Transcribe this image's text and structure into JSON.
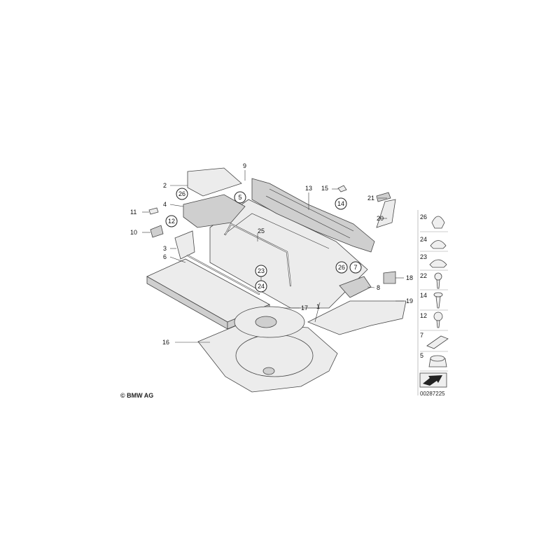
{
  "diagram": {
    "callouts_plain": [
      "1",
      "2",
      "3",
      "4",
      "6",
      "8",
      "9",
      "10",
      "11",
      "13",
      "15",
      "16",
      "17",
      "18",
      "19",
      "20",
      "21",
      "25"
    ],
    "callouts_circled": [
      "5",
      "7",
      "12",
      "14",
      "23",
      "24",
      "26"
    ],
    "legend": [
      "26",
      "24",
      "23",
      "22",
      "14",
      "12",
      "7",
      "5"
    ],
    "drawing_number": "00287225",
    "copyright": "© BMW AG"
  }
}
